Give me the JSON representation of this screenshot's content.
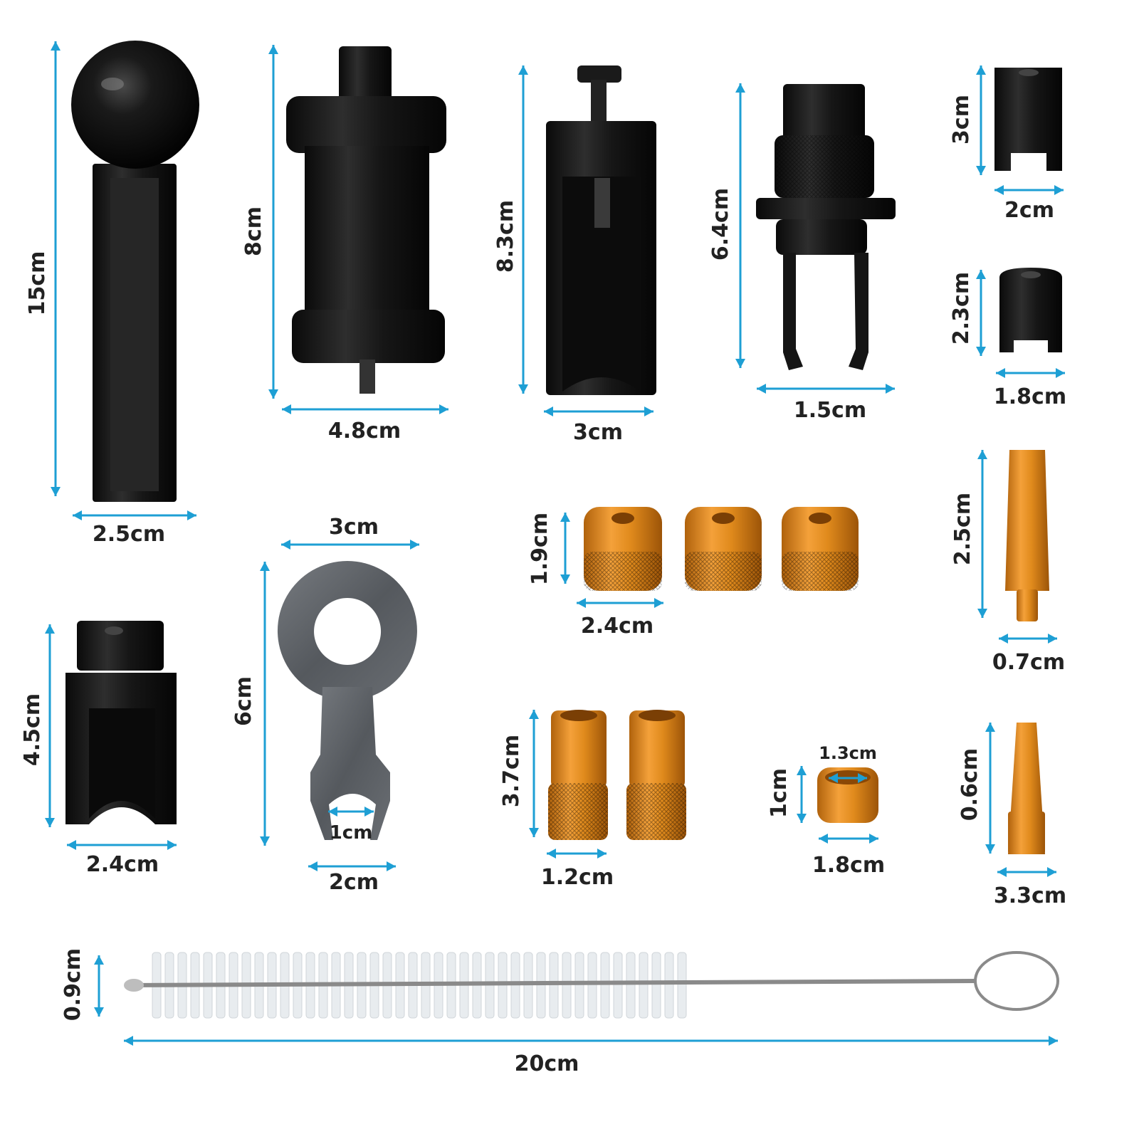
{
  "colors": {
    "dimension_arrow": "#1e9fd4",
    "label_text": "#222222",
    "black_parts": "#141414",
    "orange_parts": "#e08a1c",
    "steel_parts": "#5f6368"
  },
  "parts": [
    {
      "name": "ball-handle-hex-tool",
      "label_height": "15cm",
      "label_width": "2.5cm"
    },
    {
      "name": "cylinder-puller-body",
      "label_height": "8cm",
      "label_width": "4.8cm"
    },
    {
      "name": "slotted-sleeve-with-screw",
      "label_height": "8.3cm",
      "label_width": "3cm"
    },
    {
      "name": "knurled-claw-puller",
      "label_height": "6.4cm",
      "label_width": "1.5cm"
    },
    {
      "name": "small-socket-adapter",
      "label_height": "3cm",
      "label_width": "2cm"
    },
    {
      "name": "round-socket-adapter",
      "label_height": "2.3cm",
      "label_width": "1.8cm"
    },
    {
      "name": "tapered-orange-pin-long",
      "label_height": "2.5cm",
      "label_width": "0.7cm"
    },
    {
      "name": "orange-knurled-caps-x3",
      "label_height": "1.9cm",
      "label_width": "2.4cm"
    },
    {
      "name": "large-slotted-socket",
      "label_height": "4.5cm",
      "label_width": "2.4cm"
    },
    {
      "name": "steel-retainer-plate",
      "label_top": "3cm",
      "label_height": "6cm",
      "label_gap": "1cm",
      "label_width": "2cm"
    },
    {
      "name": "orange-knurled-sleeves-x2",
      "label_height": "3.7cm",
      "label_width": "1.2cm"
    },
    {
      "name": "orange-ring-spacer",
      "label_height": "1cm",
      "label_inner": "1.3cm",
      "label_width": "1.8cm"
    },
    {
      "name": "tapered-orange-pin-short",
      "label_height": "0.6cm",
      "label_width": "3.3cm"
    },
    {
      "name": "cleaning-brush",
      "label_height": "0.9cm",
      "label_width": "20cm"
    }
  ]
}
